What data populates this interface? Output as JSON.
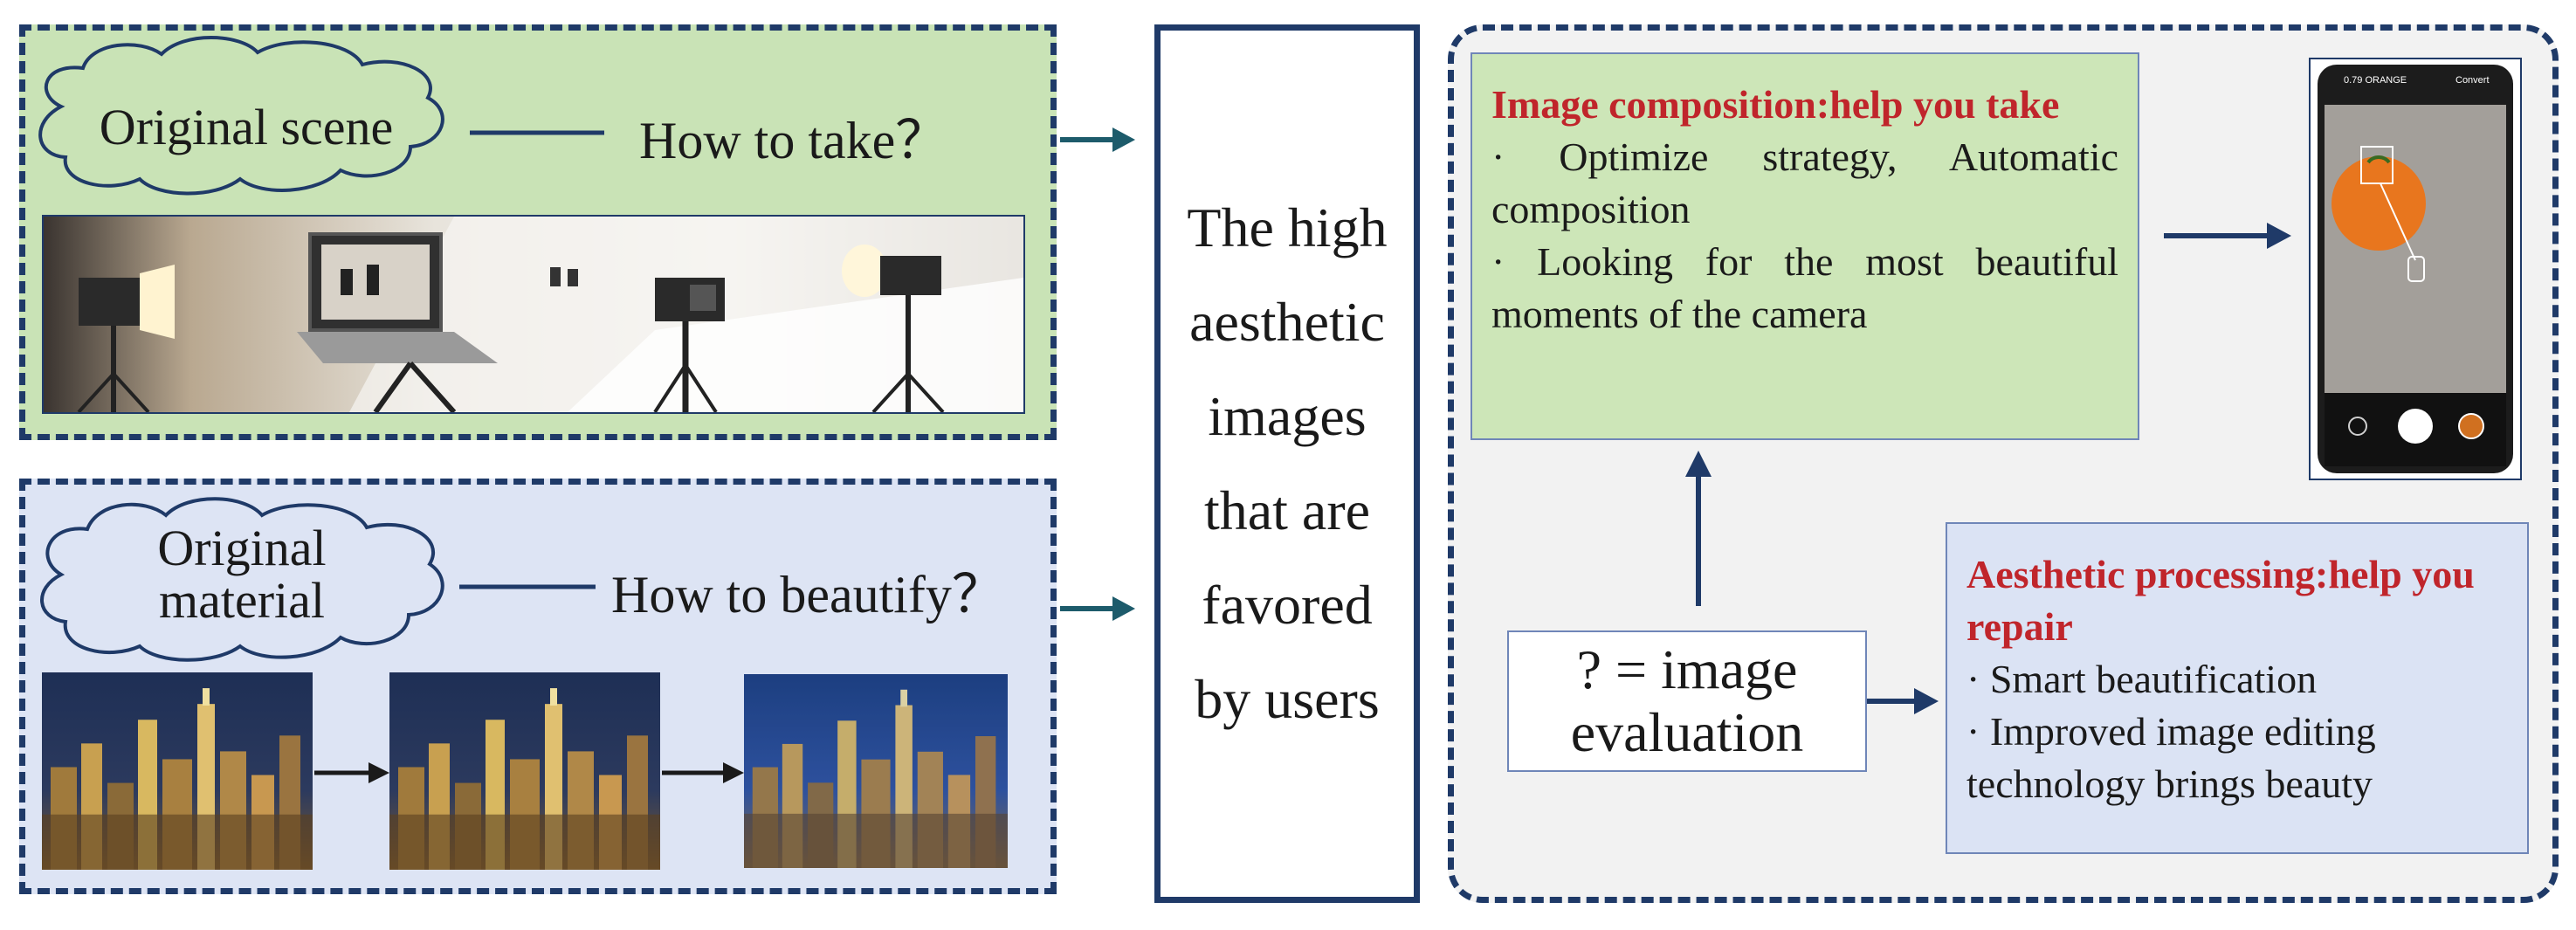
{
  "scene_panel": {
    "cloud_label": "Original scene",
    "question": "How to take？"
  },
  "material_panel": {
    "cloud_label": "Original material",
    "question": "How to beautify？"
  },
  "center": {
    "text": "The high aesthetic images that are favored by users"
  },
  "composition_card": {
    "title": "Image composition:help you take",
    "items": [
      "· Optimize strategy, Automatic composition",
      "· Looking for the most beautiful moments of the camera"
    ]
  },
  "evaluation_box": {
    "text": "? = image evaluation"
  },
  "repair_card": {
    "title": "Aesthetic processing:help you repair",
    "items": [
      "· Smart beautification",
      "· Improved image editing technology brings beauty"
    ]
  },
  "phone_screen": {
    "status_text": "0.79 ORANGE",
    "status_right": "Convert"
  },
  "colors": {
    "border_navy": "#1f3a68",
    "arrow_teal": "#1d5b6b",
    "green_panel": "#c9e3b6",
    "blue_panel": "#dde4f4",
    "title_red": "#c0252b"
  }
}
